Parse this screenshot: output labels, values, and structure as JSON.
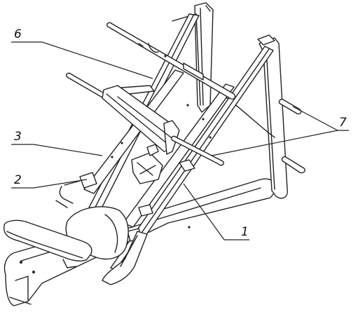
{
  "callouts": [
    {
      "id": "label-1",
      "text": "1"
    },
    {
      "id": "label-2",
      "text": "2"
    },
    {
      "id": "label-3",
      "text": "3"
    },
    {
      "id": "label-6",
      "text": "6"
    },
    {
      "id": "label-7",
      "text": "7"
    }
  ],
  "colors": {
    "line": "#222222",
    "background": "#ffffff"
  }
}
